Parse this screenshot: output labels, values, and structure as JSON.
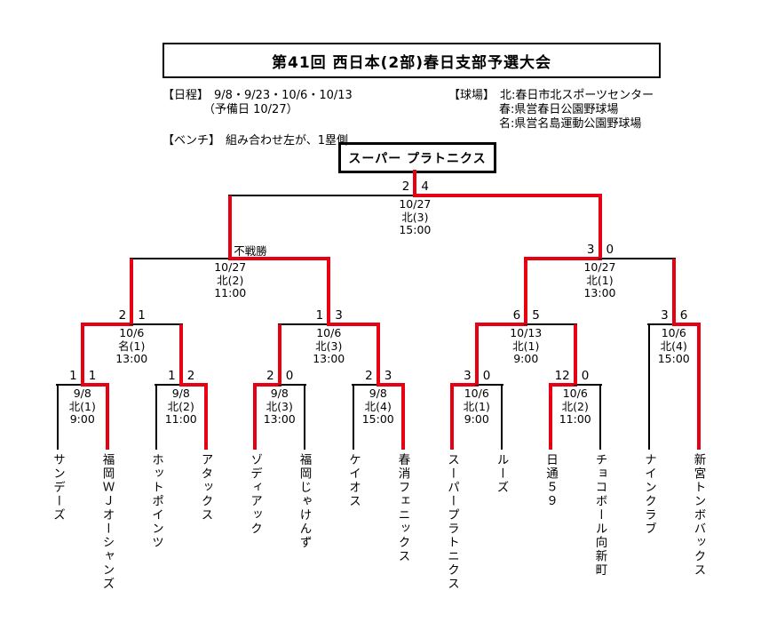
{
  "header": {
    "title": "第41回 西日本(2部)春日支部予選大会"
  },
  "notes": {
    "schedule_label": "【日程】",
    "schedule_value": "9/8・9/23・10/6・10/13",
    "schedule_reserve": "（予備日 10/27）",
    "bench_label": "【ベンチ】",
    "bench_value": "組み合わせ左が、1塁側",
    "venue_label": "【球場】",
    "venue_lines": [
      "北:春日市北スポーツセンター",
      "春:県営春日公園野球場",
      "名:県営名島運動公園野球場"
    ]
  },
  "champion": {
    "name": "スーパー プラトニクス"
  },
  "colors": {
    "winner_path": "#e60012",
    "line": "#000000"
  },
  "bracket": {
    "teams": [
      "サンデーズ",
      "福岡ＷＪオーシャンズ",
      "ホットポインツ",
      "アタックス",
      "ゾディアック",
      "福岡じゃけんず",
      "ケイオス",
      "春消フェニックス",
      "スーパープラトニクス",
      "ルーズ",
      "日通５９",
      "チョコボール向新町",
      "ナインクラブ",
      "新宮トンボバックス"
    ],
    "matches": [
      {
        "id": "m1",
        "round": "r1",
        "left": "t0",
        "right": "t1",
        "score_left": "1",
        "score_right": "1",
        "winner": "right",
        "date": "9/8",
        "venue": "北(1)",
        "time": "9:00"
      },
      {
        "id": "m2",
        "round": "r1",
        "left": "t2",
        "right": "t3",
        "score_left": "1",
        "score_right": "2",
        "winner": "right",
        "date": "9/8",
        "venue": "北(2)",
        "time": "11:00"
      },
      {
        "id": "m3",
        "round": "r1",
        "left": "t4",
        "right": "t5",
        "score_left": "2",
        "score_right": "0",
        "winner": "left",
        "date": "9/8",
        "venue": "北(3)",
        "time": "13:00"
      },
      {
        "id": "m4",
        "round": "r1",
        "left": "t6",
        "right": "t7",
        "score_left": "2",
        "score_right": "3",
        "winner": "right",
        "date": "9/8",
        "venue": "北(4)",
        "time": "15:00"
      },
      {
        "id": "m5",
        "round": "r1",
        "left": "t8",
        "right": "t9",
        "score_left": "3",
        "score_right": "0",
        "winner": "left",
        "date": "10/6",
        "venue": "北(1)",
        "time": "9:00"
      },
      {
        "id": "m6",
        "round": "r1",
        "left": "t10",
        "right": "t11",
        "score_left": "12",
        "score_right": "0",
        "winner": "left",
        "date": "10/6",
        "venue": "北(2)",
        "time": "11:00"
      },
      {
        "id": "q1",
        "round": "qf",
        "left": "m1",
        "right": "m2",
        "score_left": "2",
        "score_right": "1",
        "winner": "left",
        "date": "10/6",
        "venue": "名(1)",
        "time": "13:00"
      },
      {
        "id": "q2",
        "round": "qf",
        "left": "m3",
        "right": "m4",
        "score_left": "1",
        "score_right": "3",
        "winner": "right",
        "date": "10/6",
        "venue": "北(3)",
        "time": "13:00"
      },
      {
        "id": "q3",
        "round": "qf",
        "left": "m5",
        "right": "m6",
        "score_left": "6",
        "score_right": "5",
        "winner": "left",
        "date": "10/13",
        "venue": "北(1)",
        "time": "9:00"
      },
      {
        "id": "q4",
        "round": "qf",
        "left": "t12",
        "right": "t13",
        "score_left": "3",
        "score_right": "6",
        "winner": "right",
        "date": "10/6",
        "venue": "北(4)",
        "time": "15:00"
      },
      {
        "id": "s1",
        "round": "sf",
        "left": "q1",
        "right": "q2",
        "result_label": "不戦勝",
        "winner": "right",
        "date": "10/27",
        "venue": "北(2)",
        "time": "11:00"
      },
      {
        "id": "s2",
        "round": "sf",
        "left": "q3",
        "right": "q4",
        "score_left": "3",
        "score_right": "0",
        "winner": "left",
        "date": "10/27",
        "venue": "北(1)",
        "time": "13:00"
      },
      {
        "id": "f",
        "round": "f",
        "left": "s1",
        "right": "s2",
        "score_left": "2",
        "score_right": "4",
        "winner": "right",
        "date": "10/27",
        "venue": "北(3)",
        "time": "15:00"
      }
    ]
  }
}
